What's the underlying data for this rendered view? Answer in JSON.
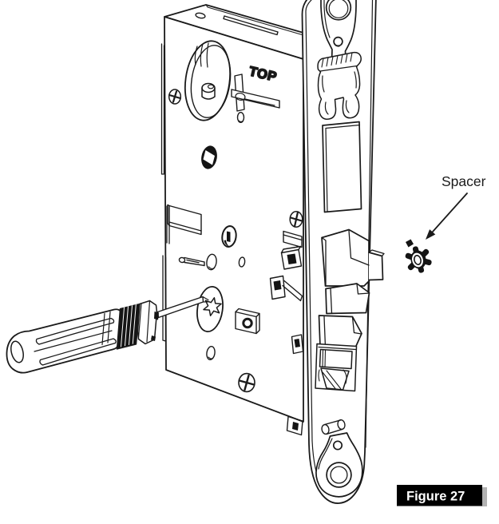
{
  "figure": {
    "caption": "Figure 27",
    "caption_bg": "#000000",
    "caption_color": "#ffffff",
    "caption_shadow": "#b3b3b3"
  },
  "labels": {
    "top_marking": "TOP",
    "spacer": "Spacer"
  },
  "style": {
    "line_color": "#1a1a1a",
    "background": "#ffffff",
    "dark_fill": "#141414"
  }
}
